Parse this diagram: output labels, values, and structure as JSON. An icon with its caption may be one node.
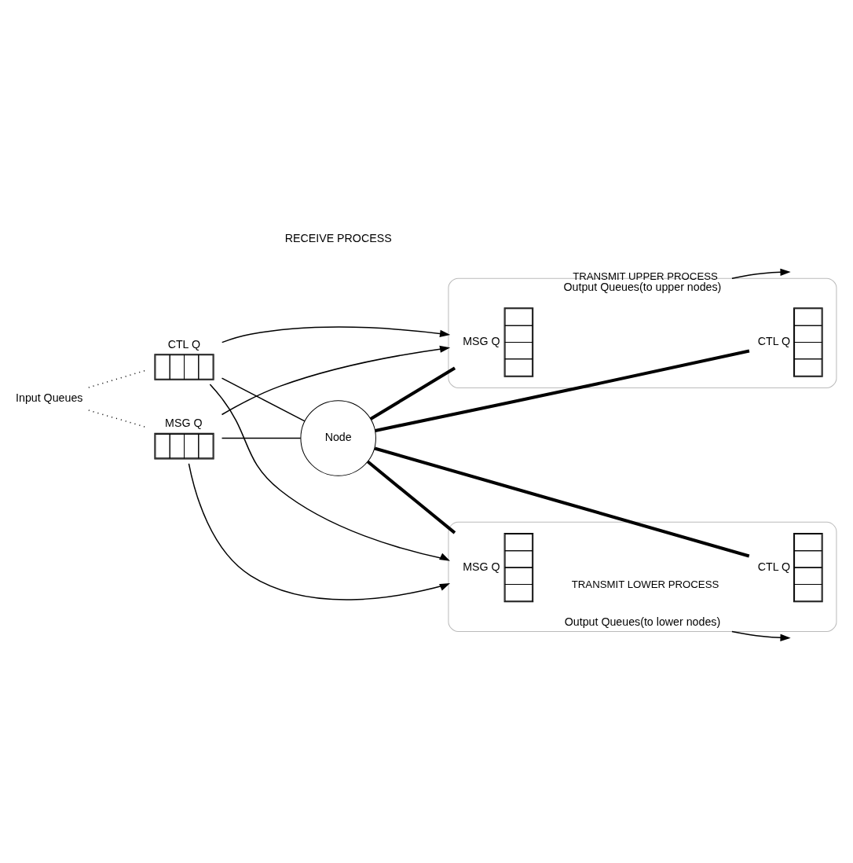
{
  "diagram": {
    "nodes": [
      {
        "text": [
          "Input Queues"
        ]
      },
      {
        "text": [
          "MSG Q"
        ]
      },
      {
        "text": [
          "CTL Q"
        ]
      },
      {
        "text": [
          "Node"
        ]
      },
      {
        "text": [
          "Output Queues(to upper nodes)"
        ]
      },
      {
        "text": [
          "MSG Q"
        ],
        "in": 4
      },
      {
        "text": [
          "CTL Q"
        ],
        "in": 4
      },
      {
        "text": [
          "Output Queues(to lower nodes)"
        ]
      },
      {
        "text": [
          "MSG Q"
        ],
        "in": 7
      },
      {
        "text": [
          "CTL Q"
        ],
        "in": 7
      }
    ],
    "edges": [
      {
        "from": 0,
        "to": 1,
        "arrow": "none",
        "style": "dashed"
      },
      {
        "from": 0,
        "to": 2,
        "arrow": "none",
        "style": "dashed"
      },
      {
        "from": 1,
        "to": 3,
        "arrow": "none"
      },
      {
        "from": 2,
        "to": 3,
        "arrow": "none"
      },
      {
        "from": 1,
        "to": 4,
        "arrow": "to"
      },
      {
        "from": 2,
        "to": 4,
        "arrow": "to"
      },
      {
        "from": 1,
        "to": 7,
        "arrow": "to"
      },
      {
        "from": 2,
        "to": 7,
        "arrow": "to"
      },
      {
        "from": 3,
        "to": 5,
        "arrow": "none",
        "style": "thick"
      },
      {
        "from": 3,
        "to": 6,
        "arrow": "none",
        "style": "thick"
      },
      {
        "from": 3,
        "to": 8,
        "arrow": "none",
        "style": "thick"
      },
      {
        "from": 3,
        "to": 9,
        "arrow": "none",
        "style": "thick"
      },
      {
        "from": 4,
        "to": null,
        "arrow": "to",
        "label": "TRANSMIT UPPER PROCESS"
      },
      {
        "from": 7,
        "to": null,
        "arrow": "to",
        "label": "TRANSMIT LOWER PROCESS"
      }
    ],
    "labels": [
      "RECEIVE PROCESS"
    ]
  }
}
